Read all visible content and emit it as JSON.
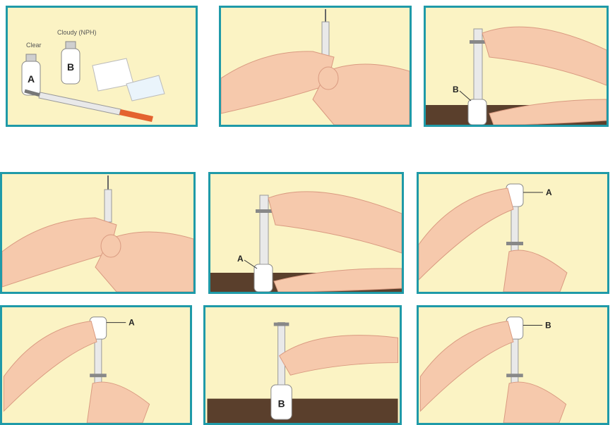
{
  "panels": {
    "p1": {
      "clear_label": "Clear",
      "cloudy_label": "Cloudy (NPH)",
      "vial_a_letter": "A",
      "vial_b_letter": "B"
    },
    "p3": {
      "callout": "B"
    },
    "p5": {
      "callout": "A"
    },
    "p6": {
      "callout": "A"
    },
    "p7": {
      "callout": "A"
    },
    "p8": {
      "vial_letter": "B"
    },
    "p9": {
      "callout": "B"
    }
  },
  "colors": {
    "panel_border": "#1f9aa8",
    "panel_bg": "#fbf3c4",
    "skin": "#f6c9ac",
    "skin_shadow": "#d99a80",
    "table": "#5a3f2c",
    "syringe_barrel": "#e9e9e9",
    "needle_cap": "#e4622f"
  }
}
